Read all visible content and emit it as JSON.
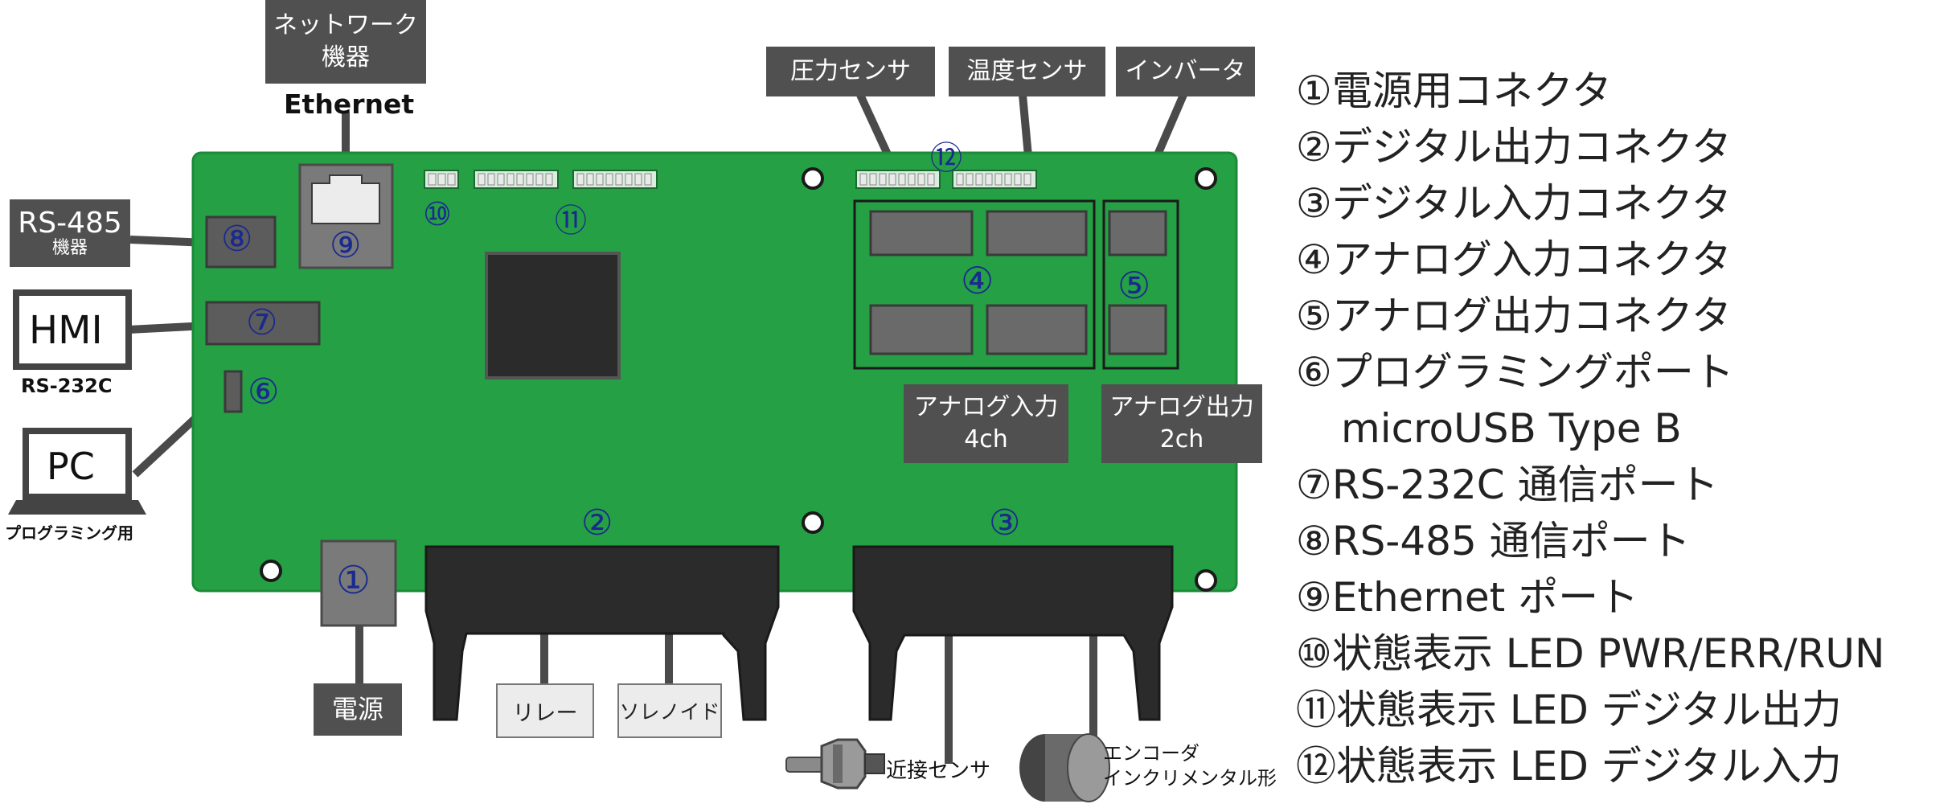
{
  "colors": {
    "board": "#25a044",
    "board_edge": "#1c8a38",
    "component": "#5c5c5c",
    "chip": "#2b2b2b",
    "label_bg": "#505050",
    "number": "#1a2a8f",
    "cable": "#4a4a4a"
  },
  "top_labels": {
    "network_device": "ネットワーク\n機器",
    "ethernet": "Ethernet",
    "pressure_sensor": "圧力センサ",
    "temperature_sensor": "温度センサ",
    "inverter": "インバータ"
  },
  "left_labels": {
    "rs485_device_title": "RS-485",
    "rs485_device_sub": "機器",
    "hmi": "HMI",
    "hmi_sub": "RS-232C",
    "pc": "PC",
    "pc_sub": "プログラミング用"
  },
  "board_labels": {
    "analog_in": "アナログ入力\n4ch",
    "analog_out": "アナログ出力\n2ch"
  },
  "bottom_labels": {
    "power": "電源",
    "relay": "リレー",
    "solenoid": "ソレノイド",
    "proximity_sensor": "近接センサ",
    "encoder": "エンコーダ\nインクリメンタル形"
  },
  "markers": {
    "n1": "①",
    "n2": "②",
    "n3": "③",
    "n4": "④",
    "n5": "⑤",
    "n6": "⑥",
    "n7": "⑦",
    "n8": "⑧",
    "n9": "⑨",
    "n10": "⑩",
    "n11": "⑪",
    "n12": "⑫"
  },
  "legend": [
    "①電源用コネクタ",
    "②デジタル出力コネクタ",
    "③デジタル入力コネクタ",
    "④アナログ入力コネクタ",
    "⑤アナログ出力コネクタ",
    "⑥プログラミングポート",
    "microUSB Type B",
    "⑦RS-232C 通信ポート",
    "⑧RS-485 通信ポート",
    "⑨Ethernet ポート",
    "⑩状態表示 LED PWR/ERR/RUN",
    "⑪状態表示 LED デジタル出力",
    "⑫状態表示 LED デジタル入力"
  ]
}
